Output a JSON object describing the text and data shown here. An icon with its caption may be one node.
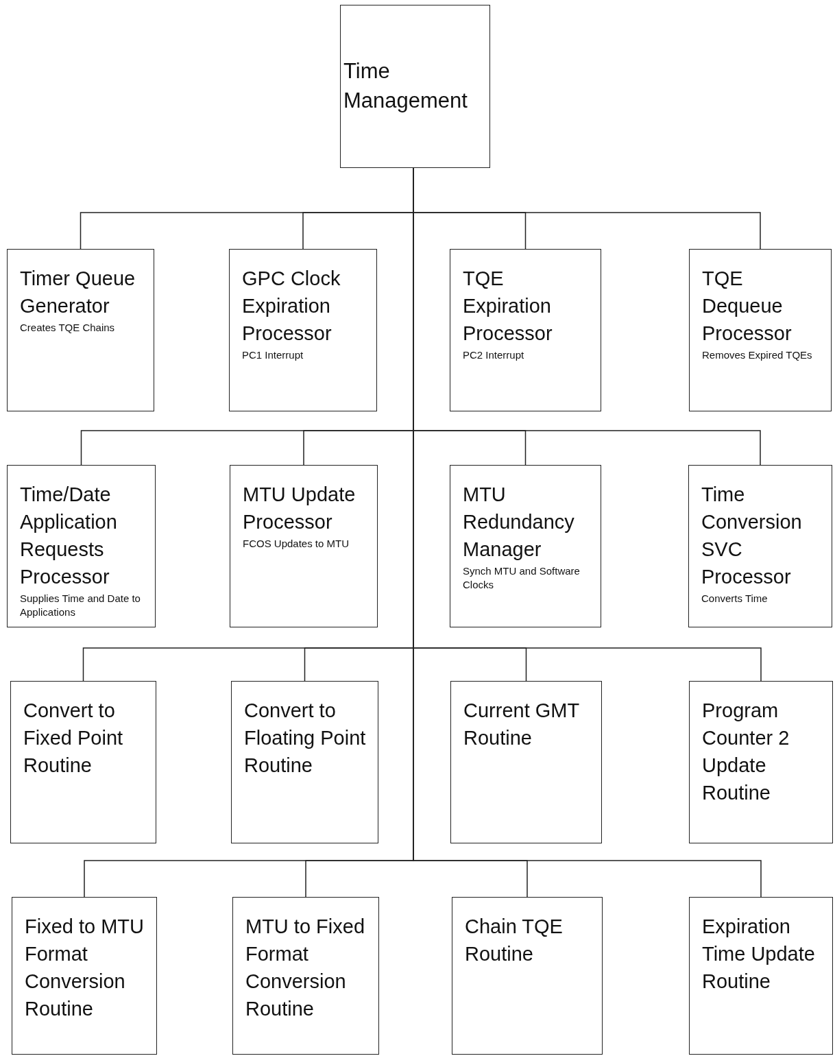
{
  "diagram": {
    "nodes": [
      {
        "text": [
          "Time Management"
        ]
      },
      {
        "text": [
          "Timer Queue Generator",
          "Creates TQE Chains"
        ]
      },
      {
        "text": [
          "GPC Clock Expiration Processor",
          "PC1 Interrupt"
        ]
      },
      {
        "text": [
          "TQE Expiration Processor",
          "PC2 Interrupt"
        ]
      },
      {
        "text": [
          "TQE Dequeue Processor",
          "Removes Expired TQEs"
        ]
      },
      {
        "text": [
          "Time/Date Application Requests Processor",
          "Supplies Time and Date to Applications"
        ]
      },
      {
        "text": [
          "MTU Update Processor",
          "FCOS Updates to MTU"
        ]
      },
      {
        "text": [
          "MTU Redundancy Manager",
          "Synch MTU and Software Clocks"
        ]
      },
      {
        "text": [
          "Time Conversion SVC Processor",
          "Converts Time"
        ]
      },
      {
        "text": [
          "Convert to Fixed Point Routine"
        ]
      },
      {
        "text": [
          "Convert to Floating Point Routine"
        ]
      },
      {
        "text": [
          "Current GMT Routine"
        ]
      },
      {
        "text": [
          "Program Counter 2 Update Routine"
        ]
      },
      {
        "text": [
          "Fixed to MTU Format Conversion Routine"
        ]
      },
      {
        "text": [
          "MTU to Fixed Format Conversion Routine"
        ]
      },
      {
        "text": [
          "Chain TQE Routine"
        ]
      },
      {
        "text": [
          "Expiration Time Update Routine"
        ]
      }
    ],
    "edges": [
      {
        "from": 0,
        "to": 1,
        "arrow": "none"
      },
      {
        "from": 0,
        "to": 2,
        "arrow": "none"
      },
      {
        "from": 0,
        "to": 3,
        "arrow": "none"
      },
      {
        "from": 0,
        "to": 4,
        "arrow": "none"
      },
      {
        "from": 0,
        "to": 5,
        "arrow": "none"
      },
      {
        "from": 0,
        "to": 6,
        "arrow": "none"
      },
      {
        "from": 0,
        "to": 7,
        "arrow": "none"
      },
      {
        "from": 0,
        "to": 8,
        "arrow": "none"
      },
      {
        "from": 0,
        "to": 9,
        "arrow": "none"
      },
      {
        "from": 0,
        "to": 10,
        "arrow": "none"
      },
      {
        "from": 0,
        "to": 11,
        "arrow": "none"
      },
      {
        "from": 0,
        "to": 12,
        "arrow": "none"
      },
      {
        "from": 0,
        "to": 13,
        "arrow": "none"
      },
      {
        "from": 0,
        "to": 14,
        "arrow": "none"
      },
      {
        "from": 0,
        "to": 15,
        "arrow": "none"
      },
      {
        "from": 0,
        "to": 16,
        "arrow": "none"
      }
    ]
  }
}
